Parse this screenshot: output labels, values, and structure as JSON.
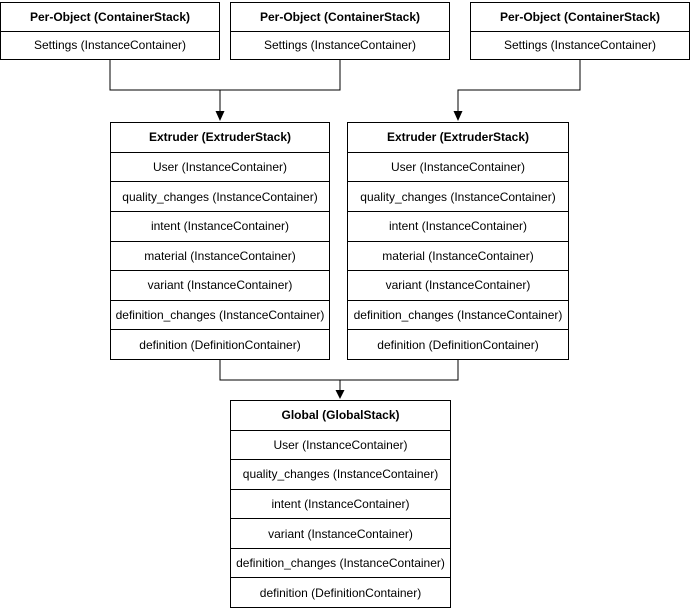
{
  "colors": {
    "line": "#000000",
    "box_background": "#ffffff",
    "text": "#000000"
  },
  "nodes": [
    {
      "title": "Per-Object (ContainerStack)",
      "rows": [
        "Settings (InstanceContainer)"
      ]
    },
    {
      "title": "Per-Object (ContainerStack)",
      "rows": [
        "Settings (InstanceContainer)"
      ]
    },
    {
      "title": "Per-Object (ContainerStack)",
      "rows": [
        "Settings (InstanceContainer)"
      ]
    },
    {
      "title": "Extruder (ExtruderStack)",
      "rows": [
        "User (InstanceContainer)",
        "quality_changes (InstanceContainer)",
        "intent (InstanceContainer)",
        "material (InstanceContainer)",
        "variant (InstanceContainer)",
        "definition_changes (InstanceContainer)",
        "definition (DefinitionContainer)"
      ]
    },
    {
      "title": "Extruder (ExtruderStack)",
      "rows": [
        "User (InstanceContainer)",
        "quality_changes (InstanceContainer)",
        "intent (InstanceContainer)",
        "material (InstanceContainer)",
        "variant (InstanceContainer)",
        "definition_changes (InstanceContainer)",
        "definition (DefinitionContainer)"
      ]
    },
    {
      "title": "Global (GlobalStack)",
      "rows": [
        "User (InstanceContainer)",
        "quality_changes (InstanceContainer)",
        "intent (InstanceContainer)",
        "variant (InstanceContainer)",
        "definition_changes (InstanceContainer)",
        "definition (DefinitionContainer)"
      ]
    }
  ]
}
